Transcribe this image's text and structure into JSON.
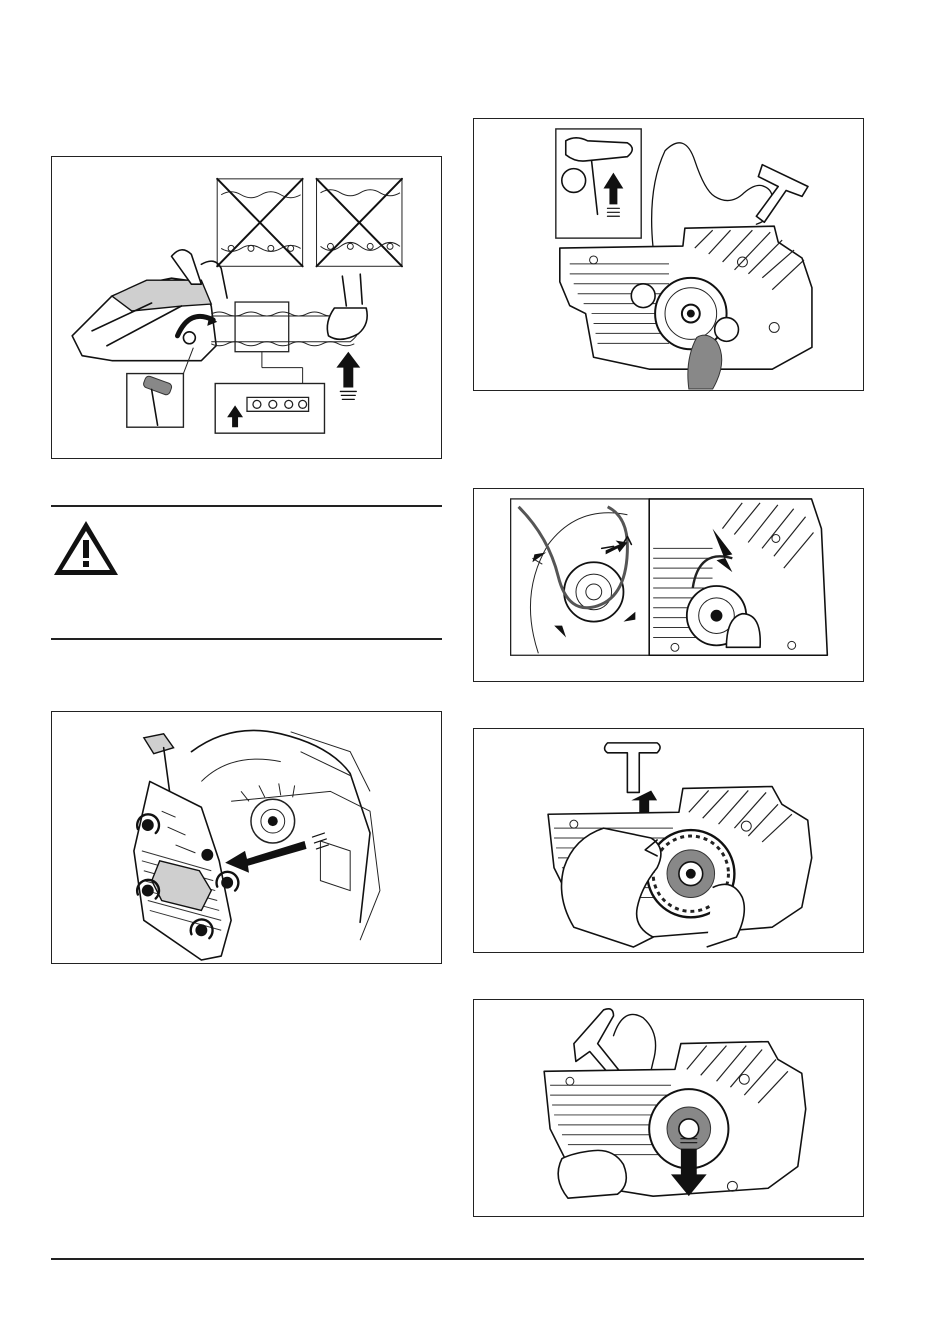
{
  "document": {
    "figures": [
      {
        "id": "chain-tension",
        "illustration": "chain-tension-check"
      },
      {
        "id": "starter-cover-removal",
        "illustration": "starter-cover-removal"
      },
      {
        "id": "starter-rope-pull",
        "illustration": "starter-rope-pull"
      },
      {
        "id": "starter-spring-release",
        "illustration": "starter-spring-release"
      },
      {
        "id": "starter-pulley-wind",
        "illustration": "starter-pulley-wind"
      },
      {
        "id": "starter-rope-fit",
        "illustration": "starter-rope-fit"
      }
    ],
    "warning": {
      "icon": "warning-triangle-icon",
      "text": ""
    },
    "colors": {
      "ink": "#111111",
      "background": "#ffffff",
      "shade": "#888888"
    }
  }
}
